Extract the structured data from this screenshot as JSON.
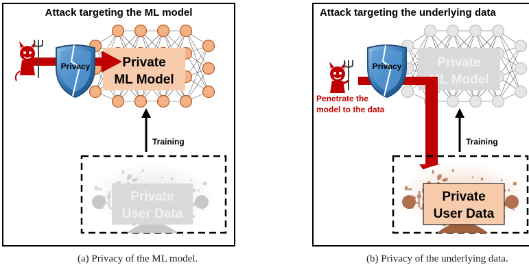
{
  "panel_a": {
    "title": "Attack targeting the ML model",
    "shield_label": "Privacy",
    "model_label_line1": "Private",
    "model_label_line2": "ML Model",
    "training_label": "Training",
    "data_label_line1": "Private",
    "data_label_line2": "User Data",
    "caption": "(a)  Privacy of the ML model."
  },
  "panel_b": {
    "title": "Attack targeting the underlying data",
    "shield_label": "Privacy",
    "model_label_line1": "Private",
    "model_label_line2": "ML Model",
    "attack_label_line1": "Penetrate the",
    "attack_label_line2": "model to the data",
    "training_label": "Training",
    "data_label_line1": "Private",
    "data_label_line2": "User Data",
    "caption": "(b)  Privacy of the underlying data."
  },
  "colors": {
    "attack_red": "#c00000",
    "node_orange": "#f4b183",
    "node_orange_stroke": "#b0561e",
    "box_peach": "#f8cbad",
    "shield_blue": "#2e75b6",
    "faded_gray": "#c8c8c8",
    "data_brown": "#b07050"
  }
}
